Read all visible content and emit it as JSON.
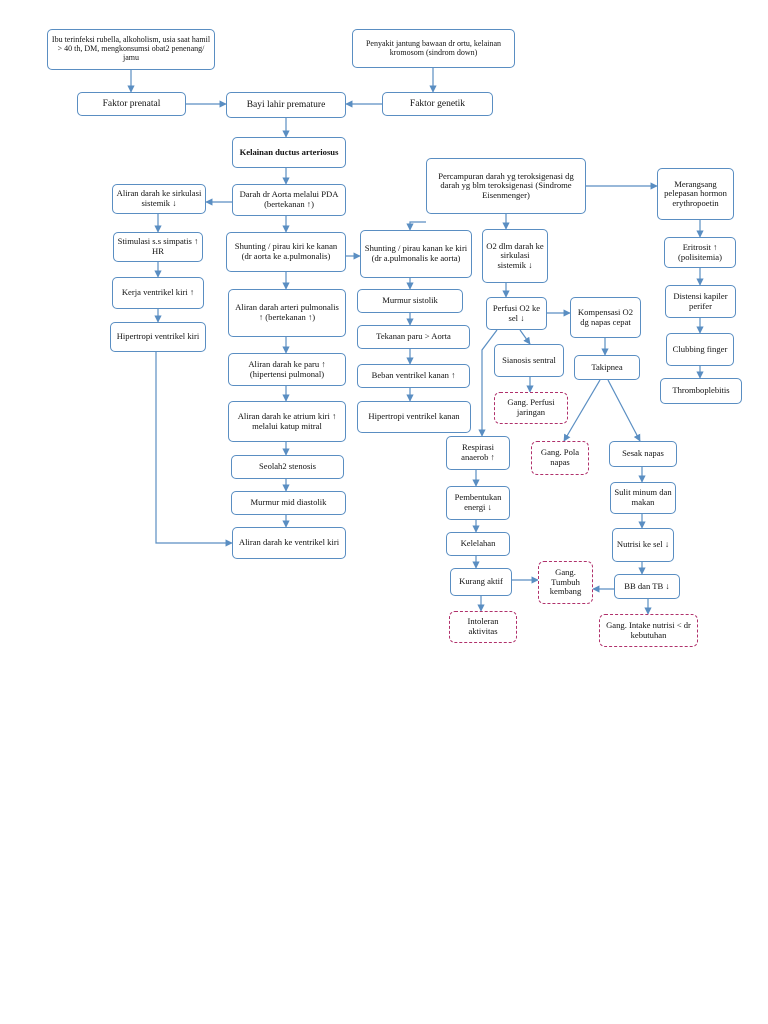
{
  "nodes": {
    "ibu": "Ibu terinfeksi rubella, alkoholism, usia saat hamil > 40 th, DM, mengkonsumsi obat2 penenang/ jamu",
    "penyakit": "Penyakit jantung bawaan dr ortu, kelainan kromosom (sindrom down)",
    "faktor_prenatal": "Faktor prenatal",
    "bayi": "Bayi lahir premature",
    "faktor_genetik": "Faktor genetik",
    "kelainan": "Kelainan ductus arteriosus",
    "darah_aorta": "Darah dr Aorta melalui PDA (bertekanan ↑)",
    "shunting1": "Shunting / pirau kiri ke kanan (dr aorta ke a.pulmonalis)",
    "aliran_arteri": "Aliran darah arteri pulmonalis ↑ (bertekanan ↑)",
    "aliran_paru": "Aliran darah ke paru ↑ (hipertensi pulmonal)",
    "aliran_atrium": "Aliran darah ke atrium kiri ↑ melalui katup mitral",
    "seolah": "Seolah2 stenosis",
    "murmur_mid": "Murmur mid diastolik",
    "aliran_ventrikel": "Aliran darah ke ventrikel kiri",
    "aliran_sistemik": "Aliran darah ke sirkulasi sistemik ↓",
    "stimulasi": "Stimulasi s.s simpatis ↑ HR",
    "kerja": "Kerja ventrikel kiri ↑",
    "hipertropi_kiri": "Hipertropi ventrikel kiri",
    "shunting2": "Shunting / pirau kanan ke kiri (dr a.pulmonalis ke aorta)",
    "murmur_sistolik": "Murmur sistolik",
    "tekanan": "Tekanan paru > Aorta",
    "beban": "Beban ventrikel kanan ↑",
    "hipertropi_kanan": "Hipertropi ventrikel kanan",
    "percampuran": "Percampuran darah yg teroksigenasi dg darah yg blm teroksigenasi (Sindrome Eisenmenger)",
    "o2": "O2 dlm darah ke sirkulasi sistemik ↓",
    "perfusi": "Perfusi O2 ke sel ↓",
    "kompensasi": "Kompensasi O2 dg napas cepat",
    "sianosis": "Sianosis sentral",
    "takipnea": "Takipnea",
    "gang_perfusi": "Gang. Perfusi jaringan",
    "respirasi": "Respirasi anaerob ↑",
    "gang_pola": "Gang. Pola napas",
    "sesak": "Sesak napas",
    "pembentukan": "Pembentukan energi ↓",
    "sulit": "Sulit minum dan makan",
    "kelelahan": "Kelelahan",
    "nutrisi": "Nutrisi ke sel ↓",
    "kurang": "Kurang aktif",
    "gang_tumbuh": "Gang. Tumbuh kembang",
    "bb": "BB dan TB ↓",
    "intoleran": "Intoleran aktivitas",
    "gang_intake": "Gang. Intake nutrisi < dr kebutuhan",
    "merangsang": "Merangsang pelepasan hormon erythropoetin",
    "eritrosit": "Eritrosit ↑ (polisitemia)",
    "distensi": "Distensi kapiler perifer",
    "clubbing": "Clubbing finger",
    "thrombo": "Thromboplebitis"
  },
  "colors": {
    "node_border": "#5a8ec2",
    "diagnosis_border": "#b0306b",
    "arrow": "#5a8ec2"
  }
}
